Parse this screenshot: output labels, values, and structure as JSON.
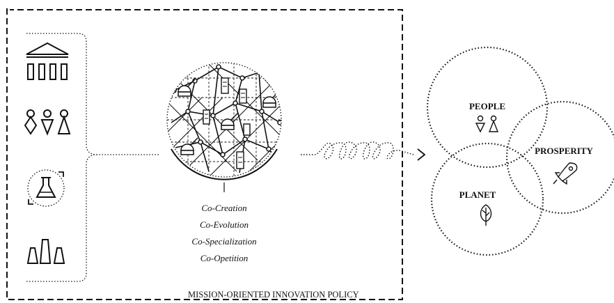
{
  "policy_frame": {
    "caption": "MISSION-ORIENTED INNOVATION POLICY"
  },
  "actors": [
    {
      "icon": "institution-icon"
    },
    {
      "icon": "people-icon"
    },
    {
      "icon": "science-flask-icon"
    },
    {
      "icon": "industry-icon"
    }
  ],
  "hub": {
    "icon": "smart-city-network-icon",
    "processes": [
      "Co-Creation",
      "Co-Evolution",
      "Co-Specialization",
      "Co-Opetition"
    ]
  },
  "outcomes": {
    "people": {
      "label": "PEOPLE",
      "icon": "people-icon"
    },
    "prosperity": {
      "label": "PROSPERITY",
      "icon": "rocket-icon"
    },
    "planet": {
      "label": "PLANET",
      "icon": "leaf-icon"
    }
  }
}
